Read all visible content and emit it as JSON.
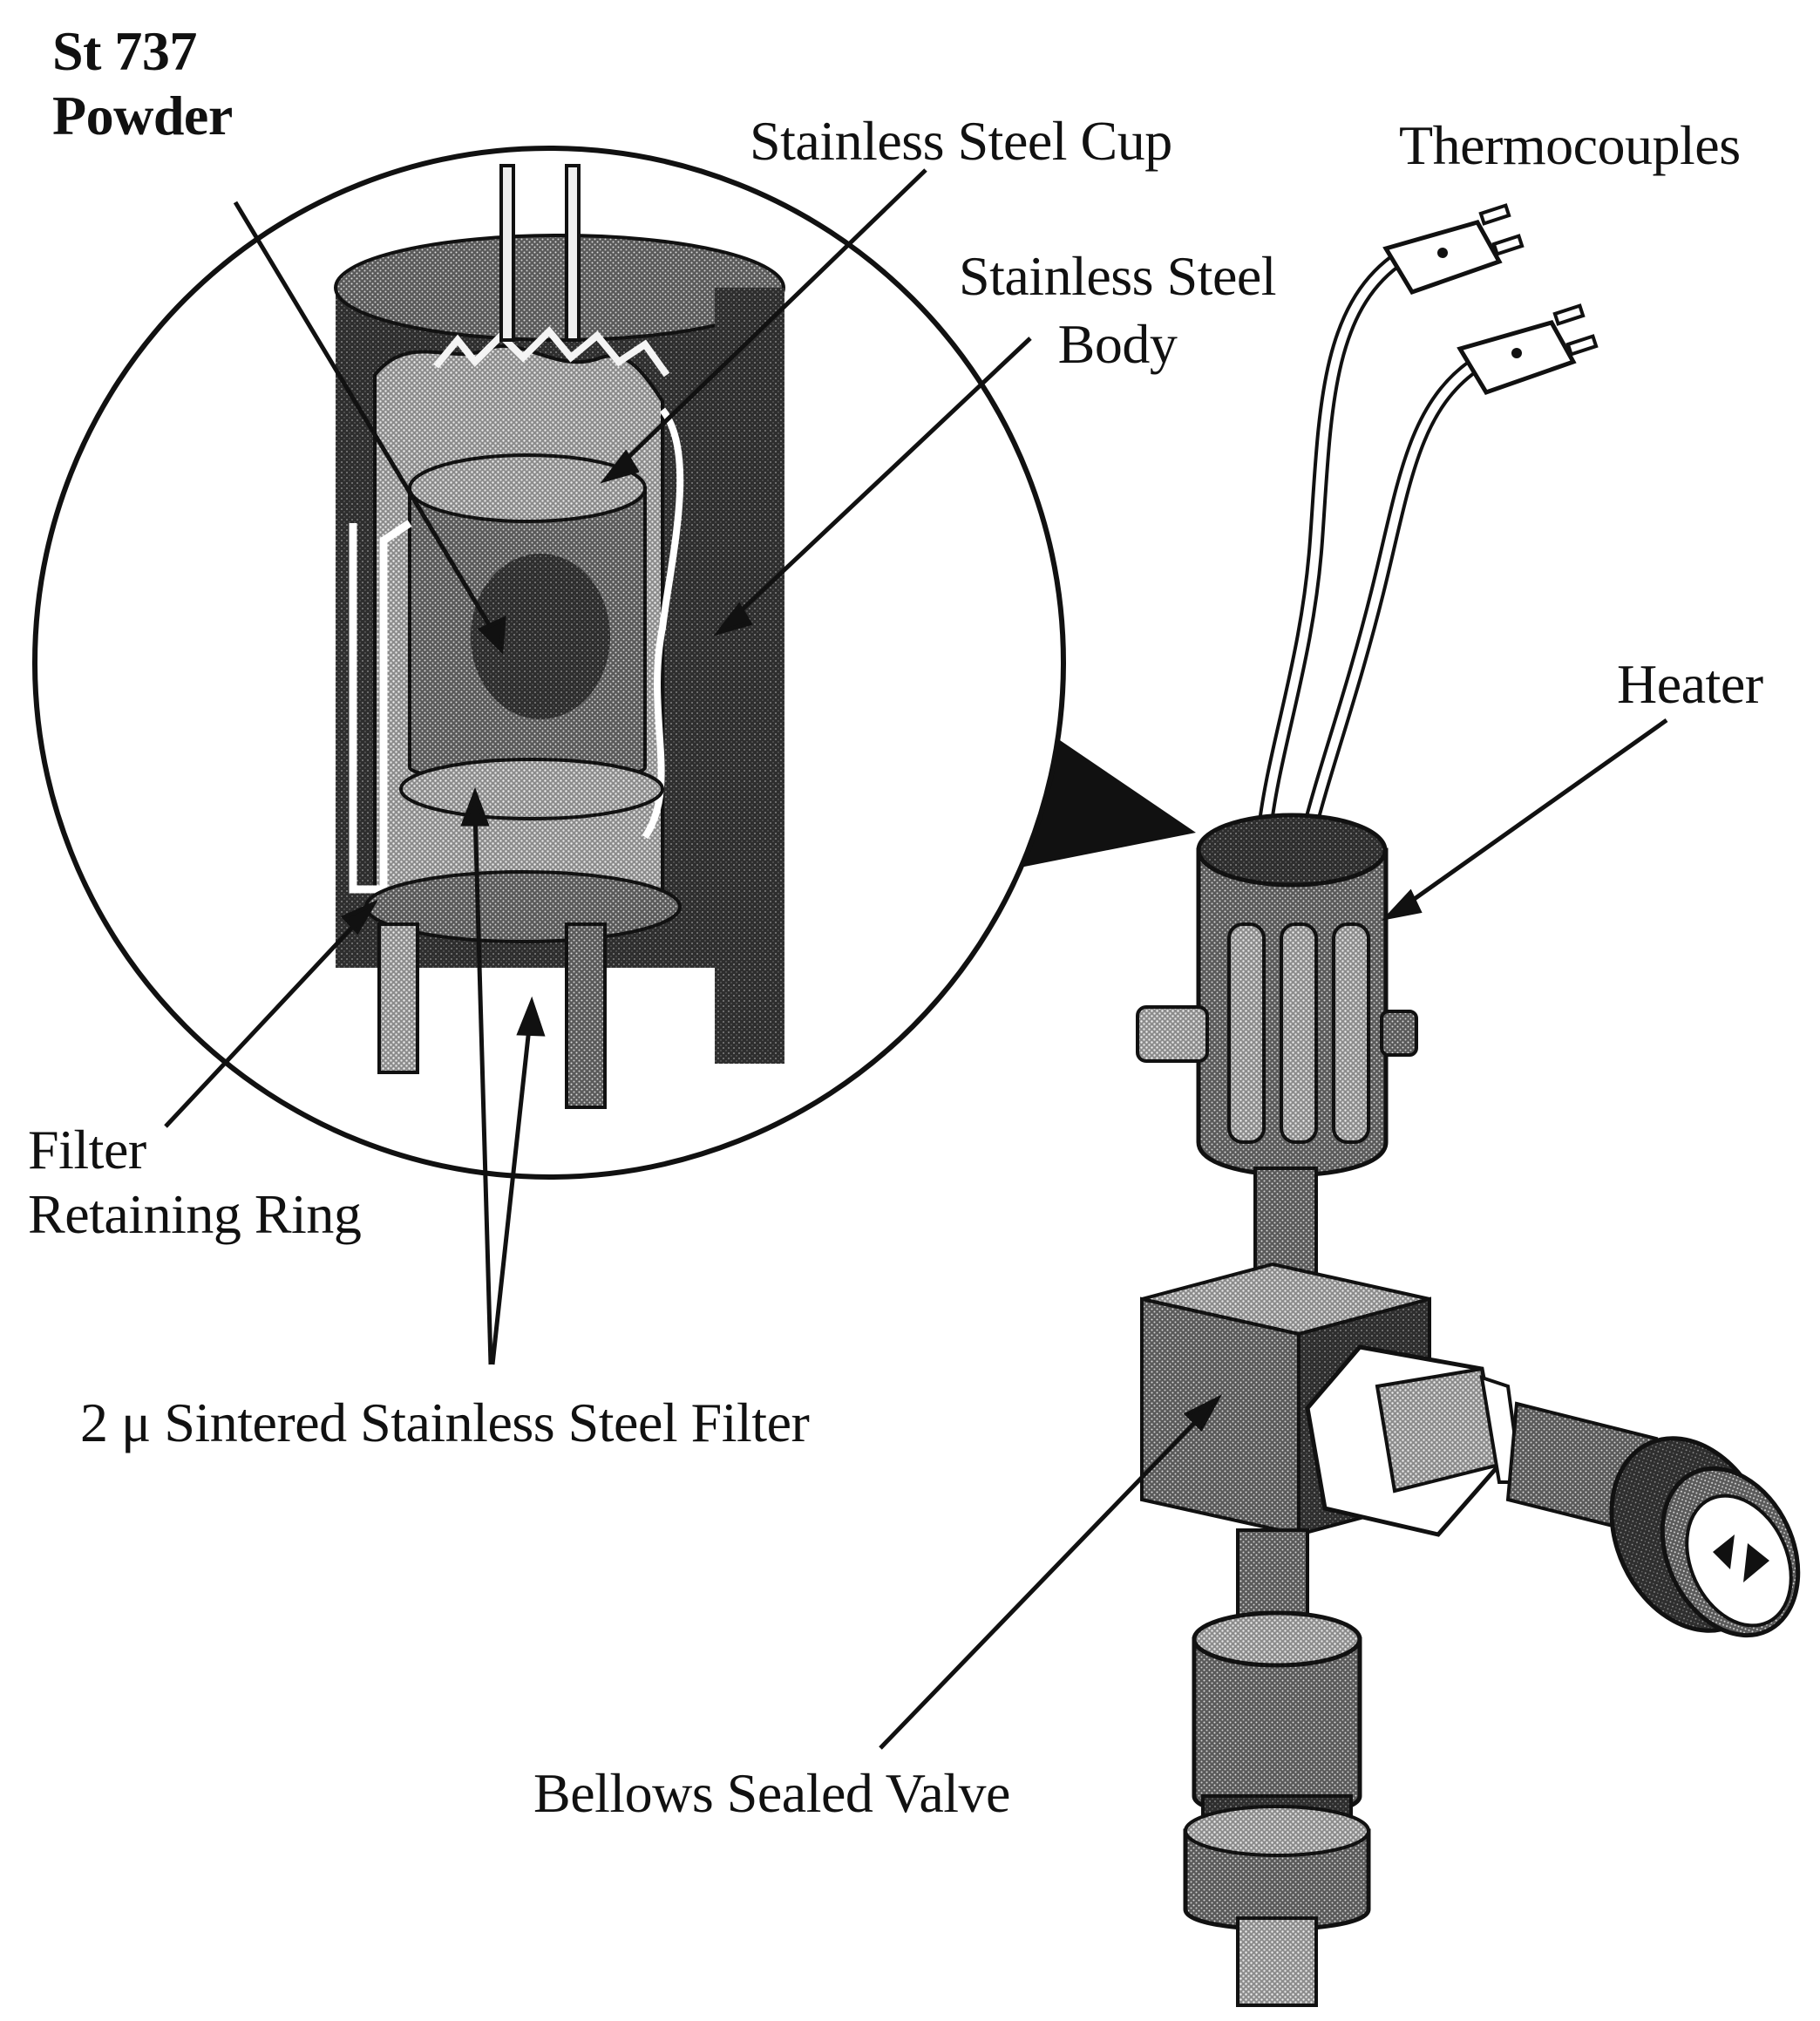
{
  "labels": {
    "powder": [
      "St 737",
      "Powder"
    ],
    "cup": "Stainless Steel Cup",
    "thermocouples": "Thermocouples",
    "body": [
      "Stainless Steel",
      "Body"
    ],
    "heater": "Heater",
    "ring": [
      "Filter",
      "Retaining Ring"
    ],
    "filter": "2 μ Sintered Stainless Steel Filter",
    "valve": "Bellows Sealed Valve"
  },
  "colors": {
    "ink": "#111111",
    "dark_fill": "#3a3a3a",
    "mid_fill": "#6e6e6e",
    "light_fill": "#a8a8a8",
    "paper": "#ffffff"
  }
}
